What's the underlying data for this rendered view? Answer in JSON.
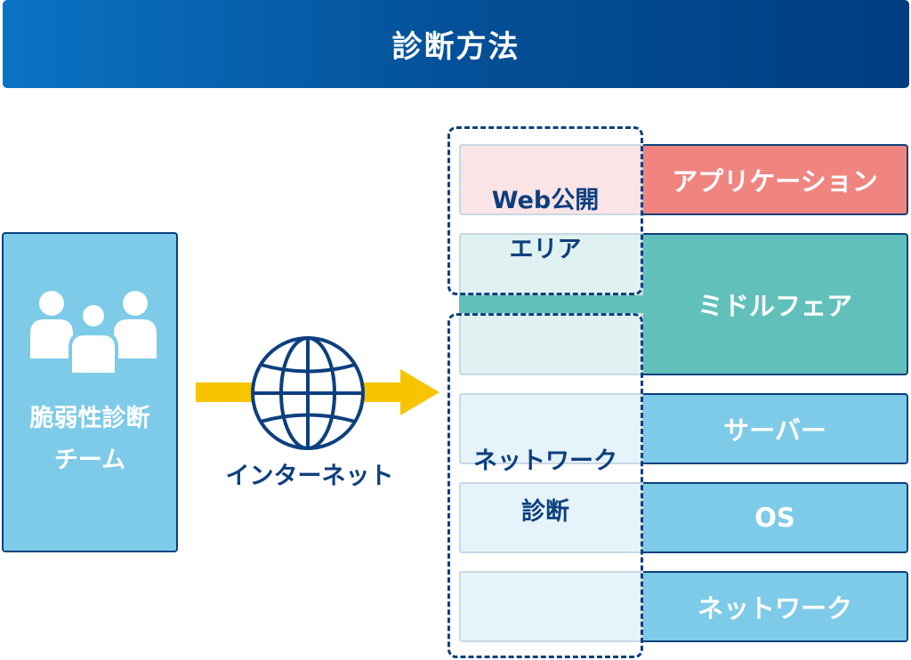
{
  "title": "診断方法",
  "team": {
    "line1": "脆弱性診断",
    "line2": "チーム",
    "icon": "people-icon"
  },
  "internet": {
    "label": "インターネット",
    "icon": "globe-icon",
    "arrow_color": "#f6c500"
  },
  "layers": [
    {
      "label": "アプリケーション",
      "label_color": "#f08580",
      "cell_color": "#fbe4e6"
    },
    {
      "label": "ミドルフェア",
      "label_color": "#62c0bb",
      "cell_color": "#dff1f0"
    },
    {
      "label": "サーバー",
      "label_color": "#7dcbe8",
      "cell_color": "#e5f3fa"
    },
    {
      "label": "OS",
      "label_color": "#7dcbe8",
      "cell_color": "#e5f3fa"
    },
    {
      "label": "ネットワーク",
      "label_color": "#7dcbe8",
      "cell_color": "#e5f3fa"
    }
  ],
  "areas": {
    "web": {
      "line1": "Web公開",
      "line2": "エリア"
    },
    "network": {
      "line1": "ネットワーク",
      "line2": "診断"
    }
  },
  "colors": {
    "navy": "#0c3f7f",
    "title_gradient": [
      "#0a73c4",
      "#003d80"
    ]
  }
}
